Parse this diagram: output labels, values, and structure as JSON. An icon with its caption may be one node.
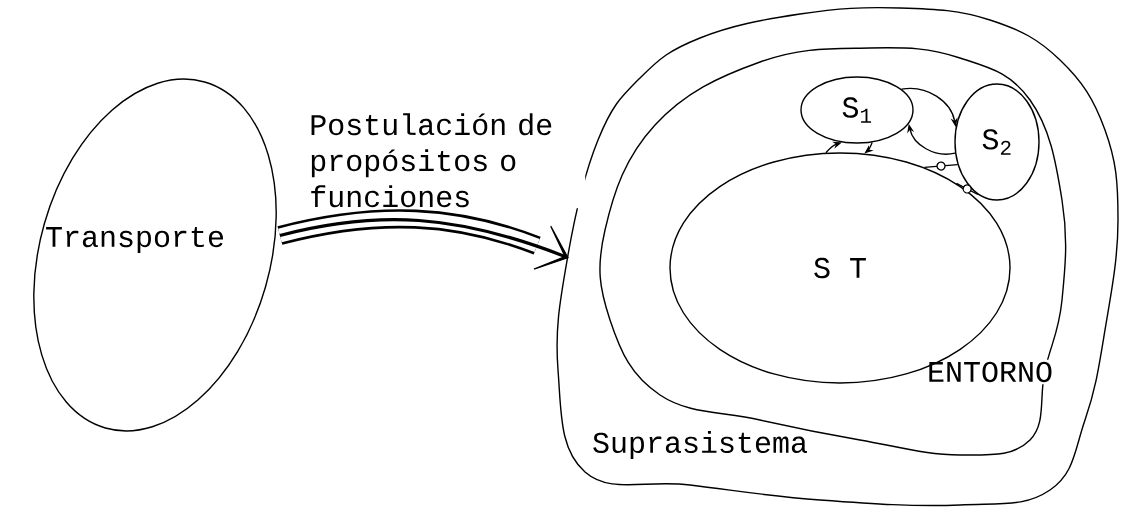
{
  "diagram": {
    "nodes": [
      {
        "text": [
          "Transporte"
        ]
      },
      {
        "text": [
          "Suprasistema"
        ]
      },
      {
        "text": [
          "ENTORNO"
        ],
        "in": 1
      },
      {
        "text": [
          "S T"
        ],
        "in": 2
      },
      {
        "text": [
          "S$_{1}$"
        ],
        "in": 2
      },
      {
        "text": [
          "S$_{2}$"
        ],
        "in": 2
      }
    ],
    "edges": [
      {
        "from": 0,
        "to": 1,
        "arrow": "to",
        "style": "thick",
        "label": "Postulación de propósitos o funciones"
      },
      {
        "from": 4,
        "to": 5,
        "arrow": "to"
      },
      {
        "from": 5,
        "to": 4,
        "arrow": "to"
      },
      {
        "from": 3,
        "to": 4,
        "arrow": "to"
      },
      {
        "from": 4,
        "to": 3,
        "arrow": "to"
      },
      {
        "from": 5,
        "to": 3,
        "arrow": "none"
      },
      {
        "from": 5,
        "to": 3,
        "arrow": "none"
      }
    ]
  }
}
